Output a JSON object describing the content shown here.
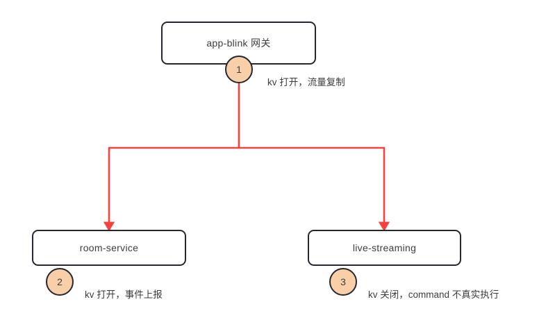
{
  "diagram": {
    "title": "app-blink gateway traffic replication flow",
    "background": "#ffffff",
    "colors": {
      "node_border": "#232733",
      "node_fill": "#ffffff",
      "edge": "#f4433f",
      "badge_fill": "#f9cfa8",
      "badge_border": "#232733",
      "text": "#3c3c3c"
    },
    "nodes": [
      {
        "id": "gateway",
        "label": "app-blink 网关"
      },
      {
        "id": "room-service",
        "label": "room-service"
      },
      {
        "id": "live-streaming",
        "label": "live-streaming"
      }
    ],
    "badges": [
      {
        "id": "badge-1",
        "number": "1",
        "attached_to": "gateway"
      },
      {
        "id": "badge-2",
        "number": "2",
        "attached_to": "room-service"
      },
      {
        "id": "badge-3",
        "number": "3",
        "attached_to": "live-streaming"
      }
    ],
    "edges": [
      {
        "id": "edge-1",
        "from": "gateway",
        "to": "room-service, live-streaming",
        "note": "kv 打开，流量复制",
        "style": "orthogonal-split",
        "arrow": "both-children"
      },
      {
        "id": "edge-2",
        "from": "gateway",
        "to": "room-service",
        "note": "kv 打开，事件上报",
        "arrow": "down"
      },
      {
        "id": "edge-3",
        "from": "gateway",
        "to": "live-streaming",
        "note": "kv 关闭，command 不真实执行",
        "arrow": "down"
      }
    ]
  }
}
